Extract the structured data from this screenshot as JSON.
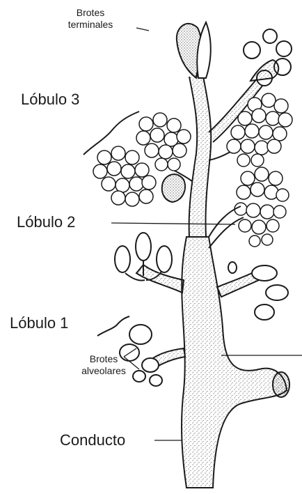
{
  "labels": {
    "brotes_terminales": [
      "Brotes",
      "terminales"
    ],
    "lobulo_3": "Lóbulo 3",
    "lobulo_2": "Lóbulo 2",
    "lobulo_1": "Lóbulo 1",
    "brotes_alveolares": [
      "Brotes",
      "alveolares"
    ],
    "conducto": "Conducto"
  },
  "colors": {
    "ink": "#1a1a1a",
    "tissue": "#ffffff",
    "background": "#ffffff"
  }
}
